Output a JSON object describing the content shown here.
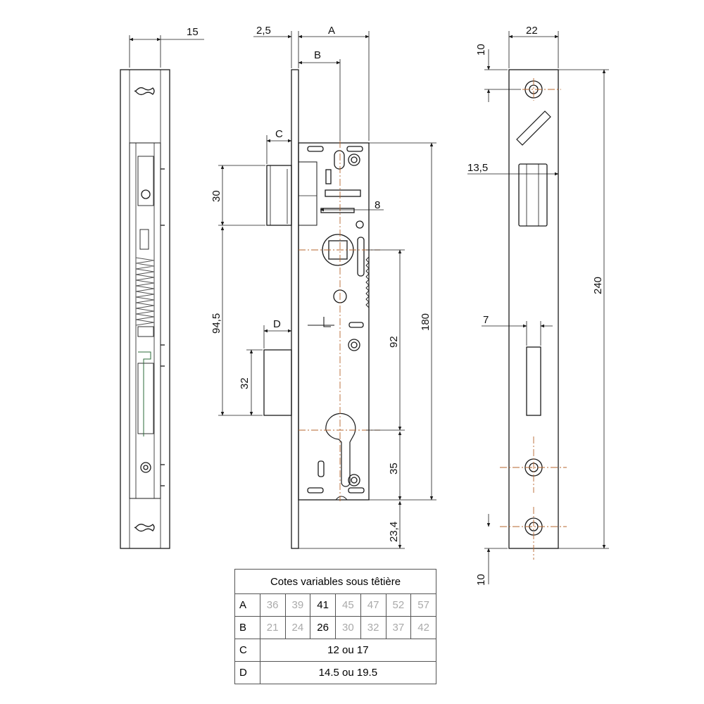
{
  "dimensions": {
    "side_view_thickness": "15",
    "faceplate_offset": "2,5",
    "label_a": "A",
    "label_b": "B",
    "label_c": "C",
    "label_d": "D",
    "latch_height": "30",
    "latch_to_bolt": "94,5",
    "bolt_height": "32",
    "spindle_square": "8",
    "spindle_to_cylinder": "92",
    "case_height": "180",
    "cylinder_to_bottom": "35",
    "bottom_offset": "23,4",
    "faceplate_width": "22",
    "top_screw_offset": "10",
    "bottom_screw_offset": "10",
    "latch_width": "13,5",
    "bolt_width": "7",
    "faceplate_length": "240"
  },
  "table": {
    "title": "Cotes variables sous têtière",
    "rows": [
      {
        "label": "A",
        "values": [
          "36",
          "39",
          "41",
          "45",
          "47",
          "52",
          "57"
        ],
        "active_index": 2
      },
      {
        "label": "B",
        "values": [
          "21",
          "24",
          "26",
          "30",
          "32",
          "37",
          "42"
        ],
        "active_index": 2
      },
      {
        "label": "C",
        "span_value": "12 ou 17"
      },
      {
        "label": "D",
        "span_value": "14.5 ou 19.5"
      }
    ]
  },
  "colors": {
    "line": "#1a1a1a",
    "centerline": "#b5652e",
    "spring": "#555555",
    "inactive_value": "#aaaaaa"
  }
}
